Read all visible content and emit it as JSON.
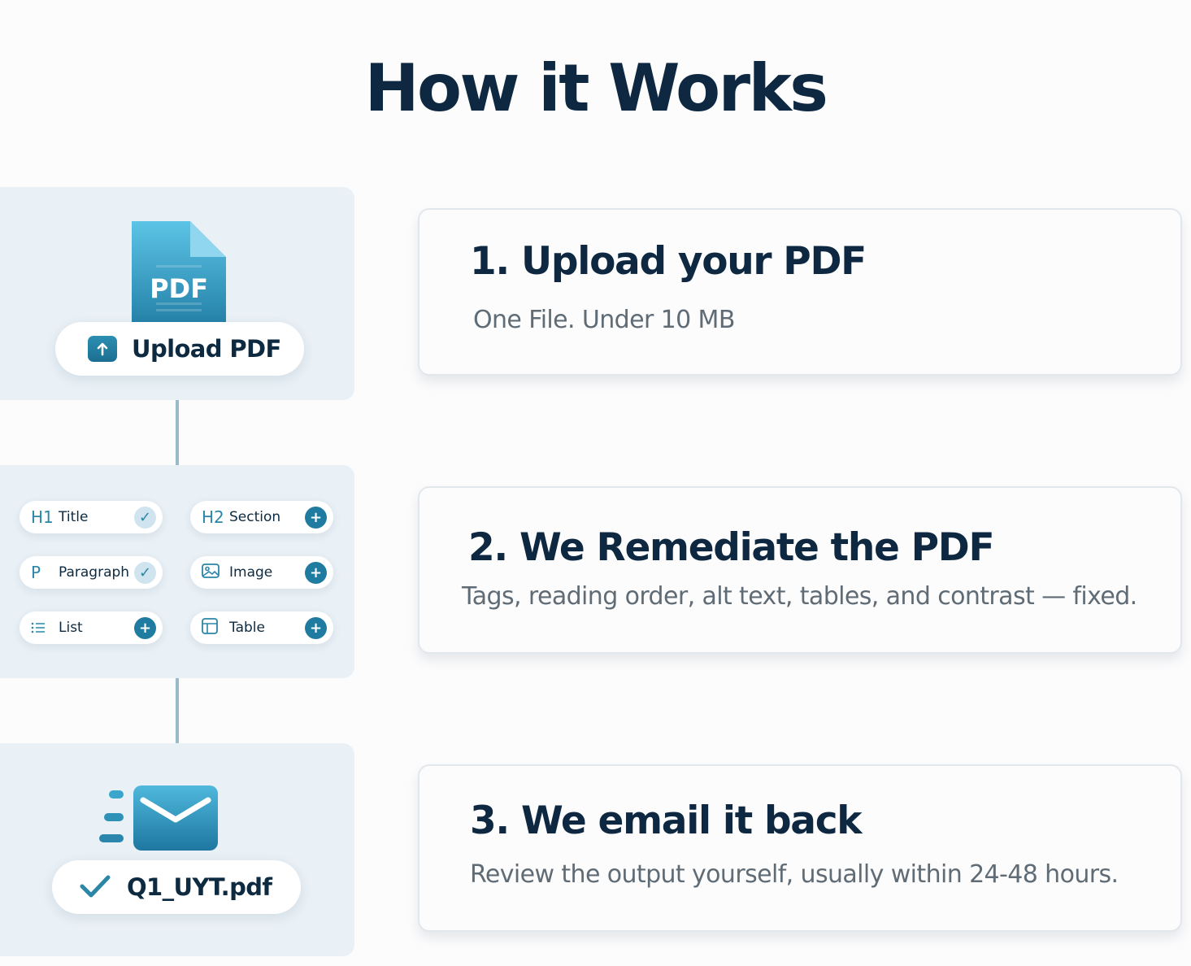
{
  "heading": "How it Works",
  "upload_panel": {
    "file_badge": "PDF",
    "upload_button_label": "Upload PDF"
  },
  "tags_panel": {
    "chips": [
      {
        "glyph": "H1",
        "label": "Title",
        "state": "checked"
      },
      {
        "glyph": "H2",
        "label": "Section",
        "state": "add"
      },
      {
        "glyph": "P",
        "label": "Paragraph",
        "state": "checked"
      },
      {
        "glyph": "image-icon",
        "label": "Image",
        "state": "add"
      },
      {
        "glyph": "list-icon",
        "label": "List",
        "state": "add"
      },
      {
        "glyph": "table-icon",
        "label": "Table",
        "state": "add"
      }
    ]
  },
  "email_panel": {
    "file_name": "Q1_UYT.pdf"
  },
  "steps": [
    {
      "number": "1.",
      "title": "Upload your PDF",
      "description": "One File. Under 10 MB"
    },
    {
      "number": "2.",
      "title": "We Remediate the PDF",
      "description": "Tags, reading order, alt text, tables, and contrast — fixed."
    },
    {
      "number": "3.",
      "title": "We email it back",
      "description": "Review the output yourself, usually within 24-48 hours."
    }
  ],
  "colors": {
    "accent": "#1f7b9f",
    "title_text": "#0d2840",
    "panel_bg": "#e9f0f6",
    "connector": "#9bb9c9"
  }
}
